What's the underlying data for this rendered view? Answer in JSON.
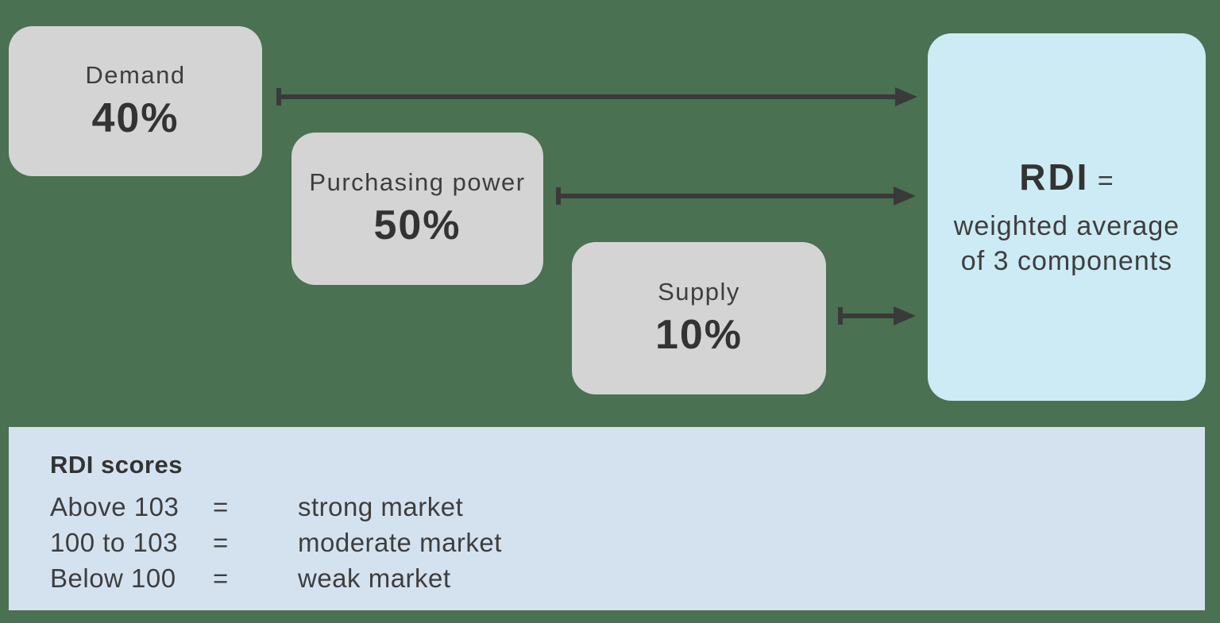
{
  "colors": {
    "background": "#4A7151",
    "box_gray": "#D4D4D4",
    "box_blue": "#CDEBF4",
    "panel_blue": "#D4E2F0",
    "text_dark": "#3E3E3E",
    "text_bold": "#333333",
    "arrow": "#3A3A3A"
  },
  "components": [
    {
      "label": "Demand",
      "weight": "40%"
    },
    {
      "label": "Purchasing power",
      "weight": "50%"
    },
    {
      "label": "Supply",
      "weight": "10%"
    }
  ],
  "result": {
    "title": "RDI",
    "equals": "=",
    "description_line1": "weighted average",
    "description_line2": "of 3 components"
  },
  "legend": {
    "heading": "RDI scores",
    "rows": [
      {
        "range": "Above 103",
        "equals": "=",
        "meaning": "strong market"
      },
      {
        "range": "100 to 103",
        "equals": "=",
        "meaning": "moderate market"
      },
      {
        "range": "Below 100",
        "equals": "=",
        "meaning": "weak market"
      }
    ]
  }
}
